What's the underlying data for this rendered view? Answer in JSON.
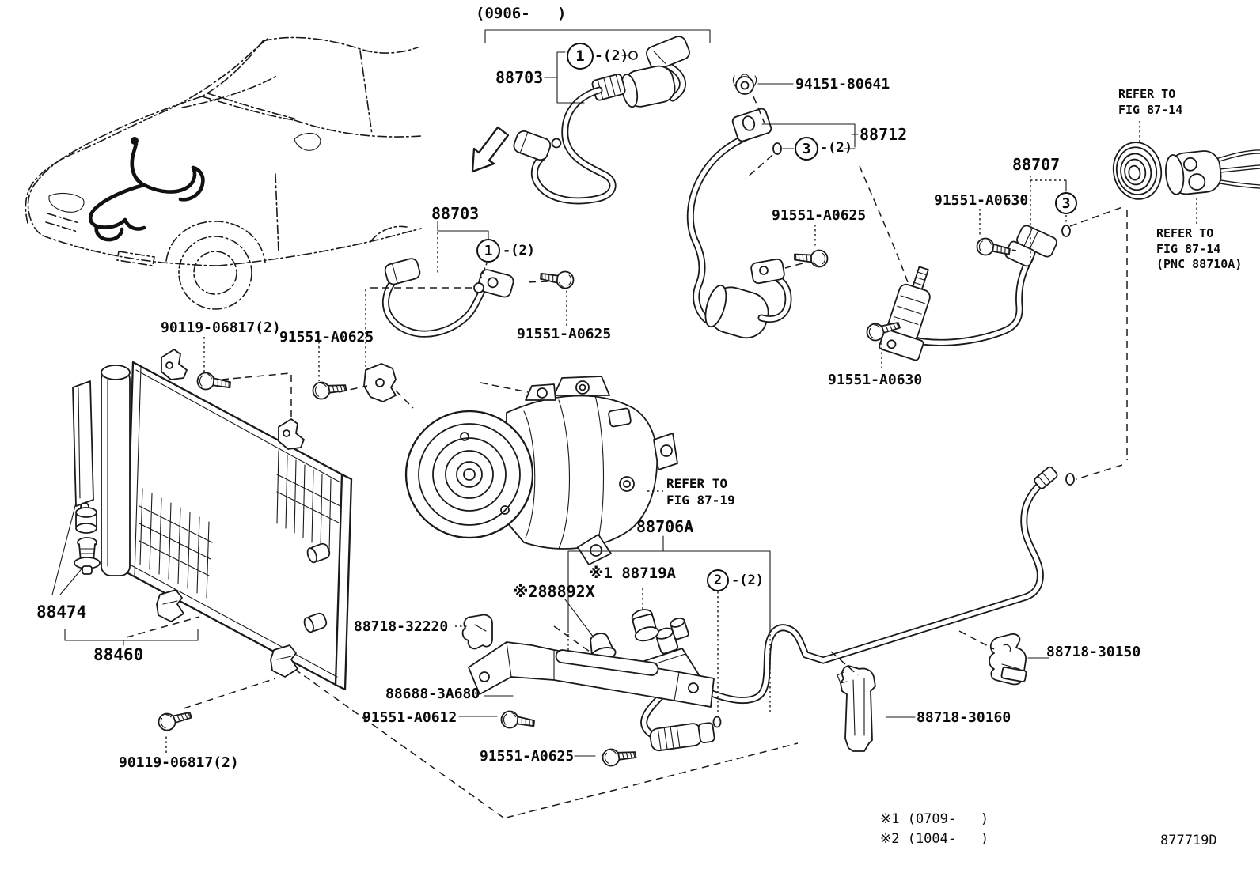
{
  "diagram": {
    "id": "877719D",
    "production_note": "(0906-   )",
    "footnote_1": "※1 (0709-   )",
    "footnote_2": "※2 (1004-   )"
  },
  "notes": {
    "refer_fig_87_14": "REFER TO\nFIG 87-14",
    "refer_fig_87_14_pnc": "REFER TO\nFIG 87-14\n(PNC 88710A)",
    "refer_fig_87_19": "REFER TO\nFIG 87-19"
  },
  "parts": {
    "hose_88703_upper": "88703",
    "hose_88703_lower": "88703",
    "clip_94151": "94151-80641",
    "hose_88712": "88712",
    "tube_88707": "88707",
    "bolt_a0630_upper": "91551-A0630",
    "bolt_a0630_lower": "91551-A0630",
    "bolt_a0625_right": "91551-A0625",
    "bolt_a0625_mid": "91551-A0625",
    "bolt_a0625_left": "91551-A0625",
    "bolt_a0625_bottom": "91551-A0625",
    "bolt_90119_top": "90119-06817(2)",
    "bolt_90119_bottom": "90119-06817(2)",
    "seal_88474": "88474",
    "condenser_88460": "88460",
    "clamp_32220": "88718-32220",
    "grommet_88892x": "※288892X",
    "tube_assy_88706a": "88706A",
    "cap_88719a": "※1 88719A",
    "bracket_88688": "88688-3A680",
    "bolt_a0612": "91551-A0612",
    "clamp_30150": "88718-30150",
    "bracket_30160": "88718-30160"
  },
  "callouts": {
    "c1_top": {
      "num": "1",
      "qty": "-(2)"
    },
    "c1_mid": {
      "num": "1",
      "qty": "-(2)"
    },
    "c2": {
      "num": "2",
      "qty": "-(2)"
    },
    "c3_top": {
      "num": "3",
      "qty": "-(2)"
    },
    "c3_right": {
      "num": "3"
    }
  }
}
